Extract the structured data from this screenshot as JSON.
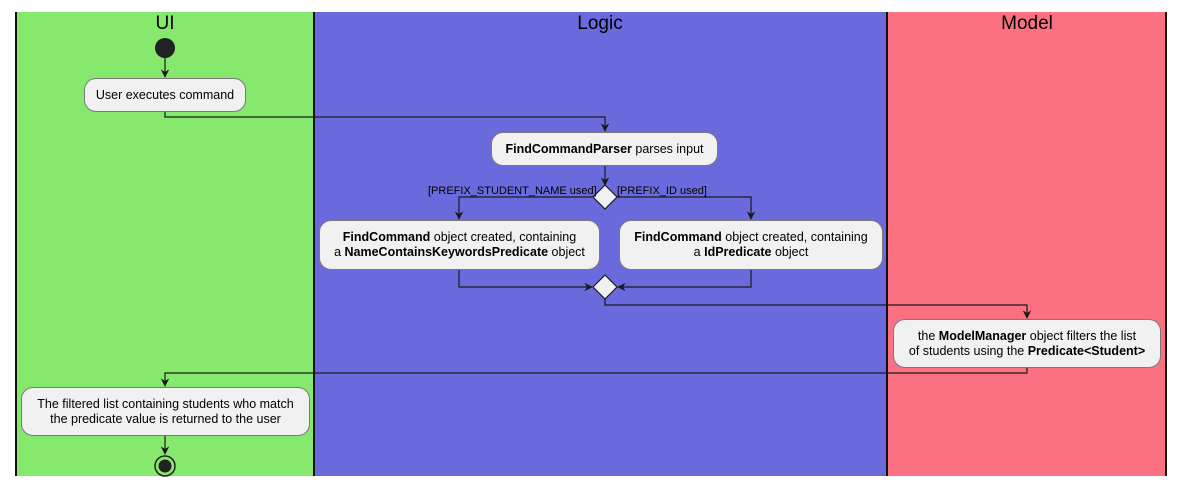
{
  "lanes": [
    {
      "title": "UI",
      "color": "#86e86c"
    },
    {
      "title": "Logic",
      "color": "#6a6add"
    },
    {
      "title": "Model",
      "color": "#fb7182"
    }
  ],
  "nodes": {
    "user_executes": "User executes command",
    "parser": {
      "bold": "FindCommandParser",
      "rest": " parses input"
    },
    "name_branch": {
      "line1_bold": "FindCommand",
      "line1_rest": " object created, containing",
      "line2_pre": "a ",
      "line2_bold": "NameContainsKeywordsPredicate",
      "line2_rest": " object"
    },
    "id_branch": {
      "line1_bold": "FindCommand",
      "line1_rest": " object created, containing",
      "line2_pre": "a ",
      "line2_bold": "IdPredicate",
      "line2_rest": " object"
    },
    "model_filter": {
      "line1_pre": "the ",
      "line1_bold": "ModelManager",
      "line1_rest": " object filters the list",
      "line2_pre": "of students using the ",
      "line2_bold": "Predicate<Student>"
    },
    "result": {
      "line1": "The filtered list containing students who match",
      "line2": "the predicate value is returned to the user"
    }
  },
  "guards": {
    "name_used": "[PREFIX_STUDENT_NAME used]",
    "id_used": "[PREFIX_ID used]"
  }
}
